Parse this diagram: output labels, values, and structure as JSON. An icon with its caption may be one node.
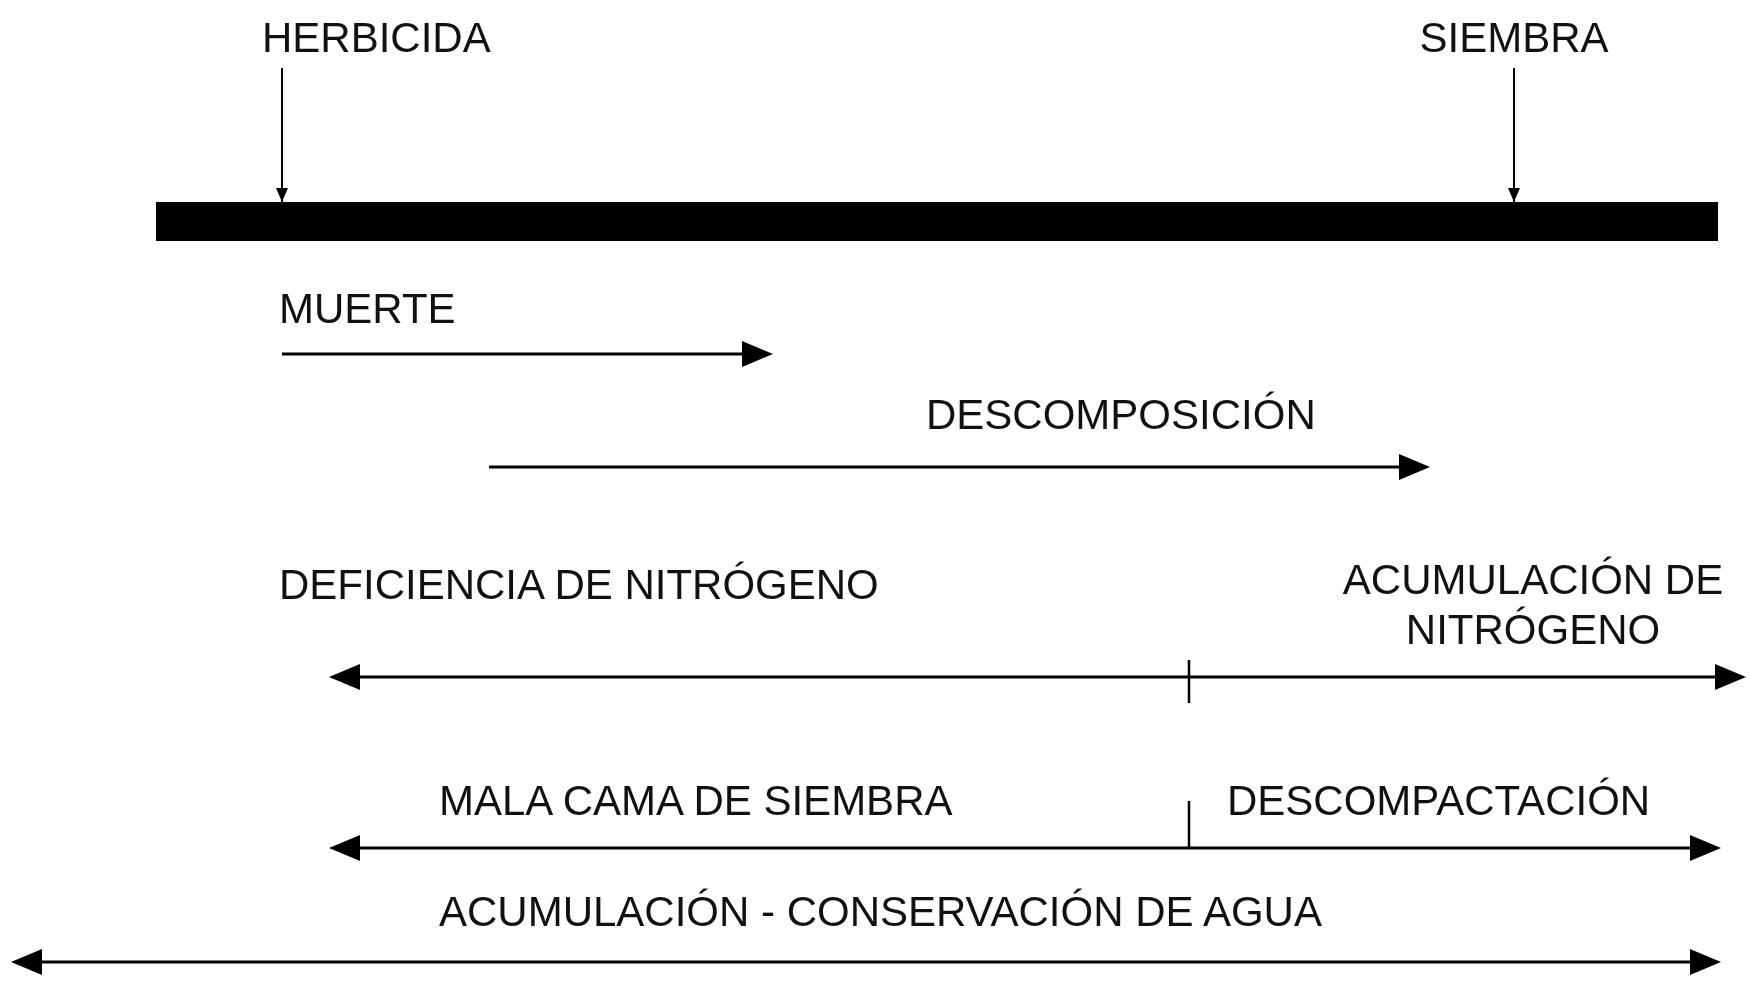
{
  "diagram": {
    "nodes": [
      {
        "text": [
          "HERBICIDA"
        ]
      },
      {
        "text": [
          "SIEMBRA"
        ]
      },
      {
        "text": [],
        "shape": "bar"
      }
    ],
    "edges": [
      {
        "from": 0,
        "to": 2,
        "arrow": "to"
      },
      {
        "from": 1,
        "to": 2,
        "arrow": "to"
      }
    ],
    "labels": [
      "MUERTE",
      "DESCOMPOSICIÓN",
      "DEFICIENCIA DE NITRÓGENO",
      "ACUMULACIÓN DE NITRÓGENO",
      "MALA CAMA DE SIEMBRA",
      "DESCOMPACTACIÓN",
      "ACUMULACIÓN - CONSERVACIÓN DE AGUA"
    ]
  }
}
